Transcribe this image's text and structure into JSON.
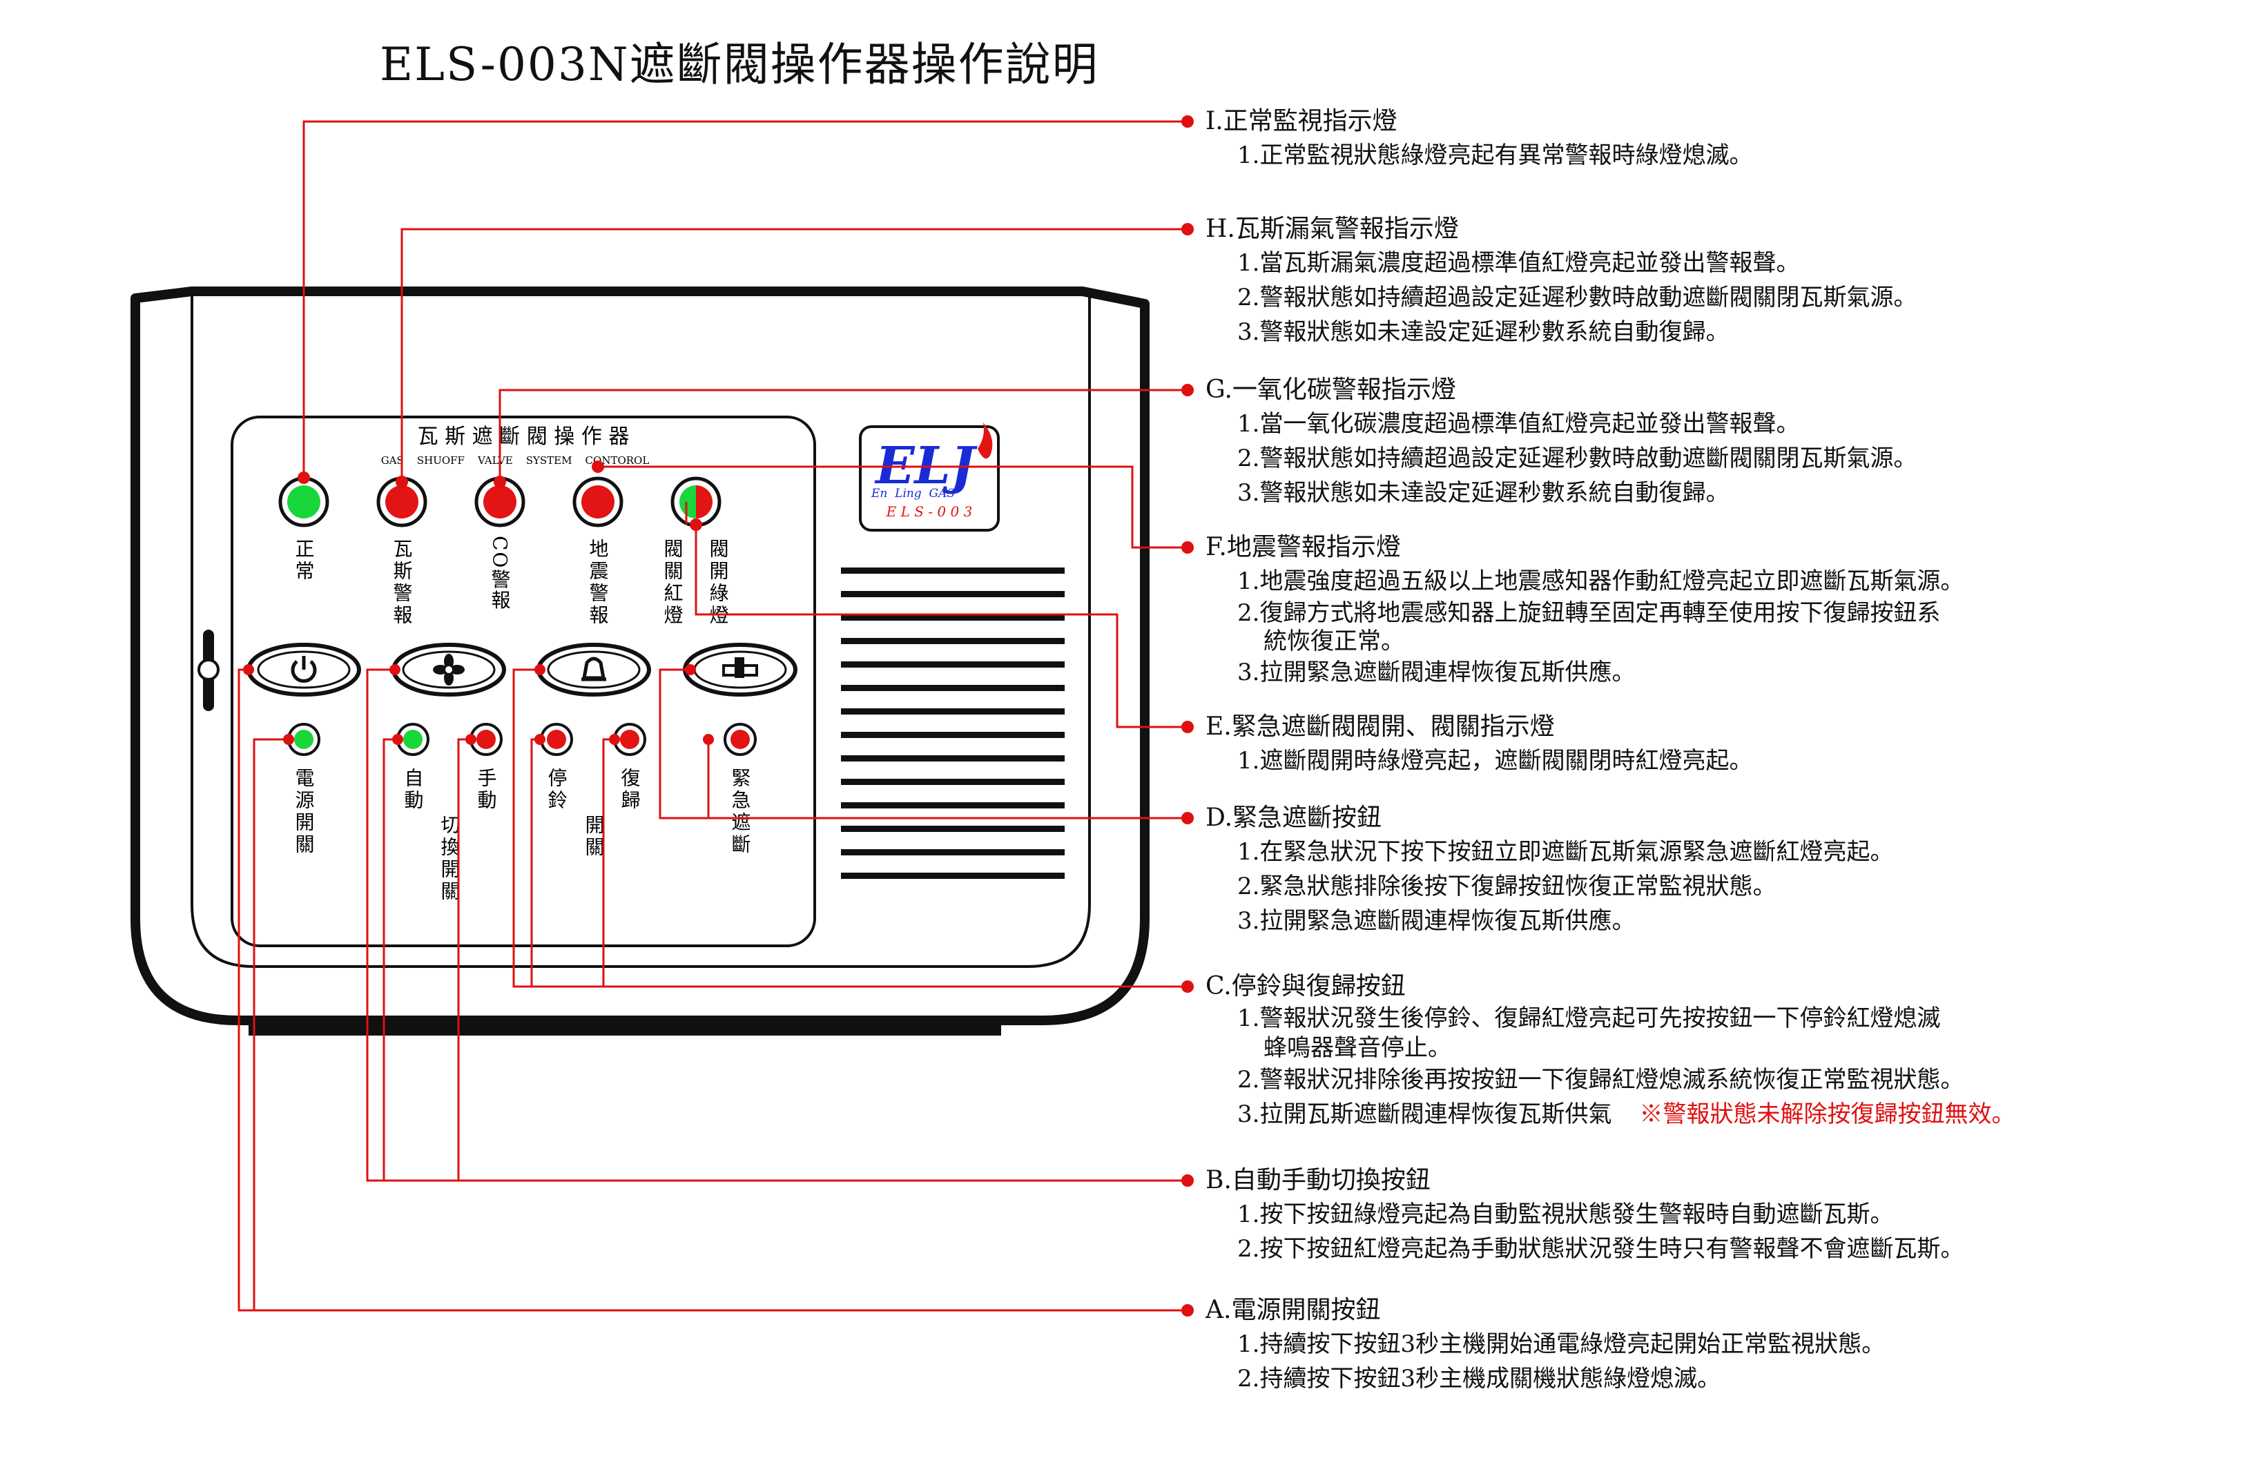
{
  "title": "ELS-003N遮斷閥操作器操作說明",
  "panel": {
    "title": "瓦 斯 遮 斷 閥 操 作 器",
    "subtitle": "GAS    SHUOFF    VALVE    SYSTEM    CONTOROL",
    "logo_main": "ELJ",
    "logo_sub": "En  Ling  GAS",
    "logo_model": "E L S - 0 0 3"
  },
  "indicator_labels": [
    "正常",
    "瓦斯警報",
    "CO警報",
    "地震警報",
    "閥關紅燈",
    "閥開綠燈"
  ],
  "button_labels": [
    "電源開關",
    "自動",
    "手動",
    "切換開關",
    "停鈴",
    "復歸",
    "開關",
    "緊急遮斷"
  ],
  "colors": {
    "green": "#19d63a",
    "red": "#e31414",
    "line": "#e01010"
  },
  "icons": [
    "power-icon",
    "fan-icon",
    "bell-icon",
    "valve-icon"
  ],
  "sections": [
    {
      "head": "I.正常監視指示燈",
      "items": [
        "1.正常監視狀態綠燈亮起有異常警報時綠燈熄滅。"
      ]
    },
    {
      "head": "H.瓦斯漏氣警報指示燈",
      "items": [
        "1.當瓦斯漏氣濃度超過標準值紅燈亮起並發出警報聲。",
        "2.警報狀態如持續超過設定延遲秒數時啟動遮斷閥關閉瓦斯氣源。",
        "3.警報狀態如未達設定延遲秒數系統自動復歸。"
      ]
    },
    {
      "head": "G.一氧化碳警報指示燈",
      "items": [
        "1.當一氧化碳濃度超過標準值紅燈亮起並發出警報聲。",
        "2.警報狀態如持續超過設定延遲秒數時啟動遮斷閥關閉瓦斯氣源。",
        "3.警報狀態如未達設定延遲秒數系統自動復歸。"
      ]
    },
    {
      "head": "F.地震警報指示燈",
      "items": [
        "1.地震強度超過五級以上地震感知器作動紅燈亮起立即遮斷瓦斯氣源。",
        "2.復歸方式將地震感知器上旋鈕轉至固定再轉至使用按下復歸按鈕系",
        "統恢復正常。",
        "3.拉開緊急遮斷閥連桿恢復瓦斯供應。"
      ]
    },
    {
      "head": "E.緊急遮斷閥閥開、閥關指示燈",
      "items": [
        "1.遮斷閥開時綠燈亮起，遮斷閥關閉時紅燈亮起。"
      ]
    },
    {
      "head": "D.緊急遮斷按鈕",
      "items": [
        "1.在緊急狀況下按下按鈕立即遮斷瓦斯氣源緊急遮斷紅燈亮起。",
        "2.緊急狀態排除後按下復歸按鈕恢復正常監視狀態。",
        "3.拉開緊急遮斷閥連桿恢復瓦斯供應。"
      ]
    },
    {
      "head": "C.停鈴與復歸按鈕",
      "items": [
        "1.警報狀況發生後停鈴、復歸紅燈亮起可先按按鈕一下停鈴紅燈熄滅",
        "蜂鳴器聲音停止。",
        "2.警報狀況排除後再按按鈕一下復歸紅燈熄滅系統恢復正常監視狀態。",
        "3.拉開瓦斯遮斷閥連桿恢復瓦斯供氣"
      ],
      "warning": "※警報狀態未解除按復歸按鈕無效。"
    },
    {
      "head": "B.自動手動切換按鈕",
      "items": [
        "1.按下按鈕綠燈亮起為自動監視狀態發生警報時自動遮斷瓦斯。",
        "2.按下按鈕紅燈亮起為手動狀態狀況發生時只有警報聲不會遮斷瓦斯。"
      ]
    },
    {
      "head": "A.電源開關按鈕",
      "items": [
        "1.持續按下按鈕3秒主機開始通電綠燈亮起開始正常監視狀態。",
        "2.持續按下按鈕3秒主機成關機狀態綠燈熄滅。"
      ]
    }
  ]
}
